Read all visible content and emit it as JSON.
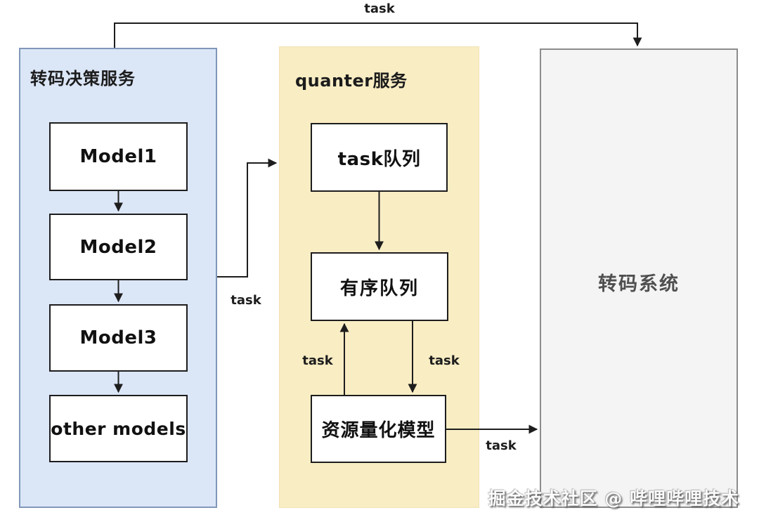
{
  "diagram": {
    "decision_service": {
      "title": "转码决策服务",
      "nodes": [
        "Model1",
        "Model2",
        "Model3",
        "other models"
      ]
    },
    "quanter_service": {
      "title": "quanter服务",
      "nodes": [
        "task队列",
        "有序队列",
        "资源量化模型"
      ]
    },
    "transcode_system": {
      "title": "转码系统"
    },
    "edge_labels": {
      "top": "task",
      "to_quanter": "task",
      "queue_up": "task",
      "queue_down": "task",
      "to_transcode": "task"
    },
    "watermark": "掘金技术社区 @ 哔哩哔哩技术",
    "colors": {
      "decision_fill": "#dbe6f7",
      "decision_border": "#8197b9",
      "quanter_fill": "#f9edc4",
      "transcode_fill": "#f4f4f4",
      "transcode_border": "#8c8c8c",
      "node_border": "#1d1d1d",
      "arrow": "#1d1d1d",
      "background": "#ffffff"
    }
  }
}
